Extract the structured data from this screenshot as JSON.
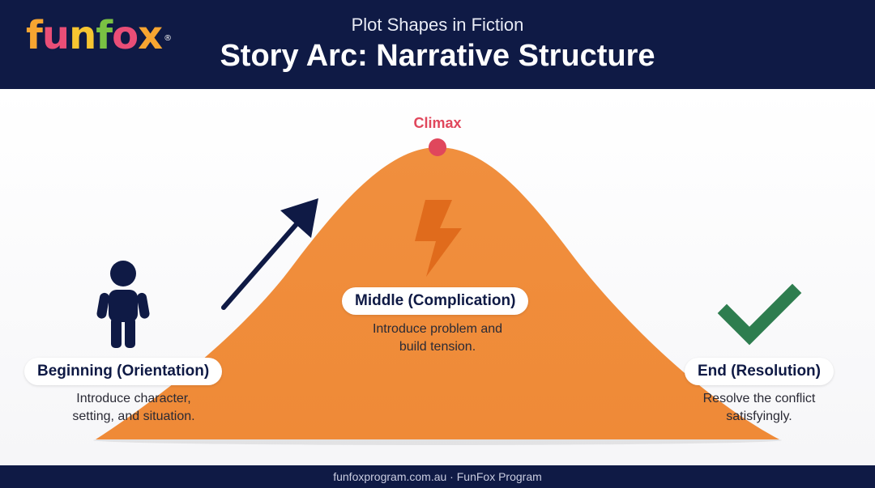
{
  "header": {
    "logo": {
      "letters": [
        "f",
        "u",
        "n",
        "f",
        "o",
        "x"
      ],
      "letter_colors": [
        "#f7a531",
        "#e94e77",
        "#f7c531",
        "#7ac143",
        "#e94e77",
        "#f7a531"
      ],
      "registered": "®"
    },
    "subtitle": "Plot Shapes in Fiction",
    "title": "Story Arc: Narrative Structure",
    "background_color": "#0f1a45"
  },
  "arc": {
    "fill_color": "#f08f3e",
    "climax": {
      "label": "Climax",
      "color": "#e0475c"
    },
    "icons": [
      "person-icon",
      "rising-arrow-icon",
      "lightning-icon",
      "checkmark-icon"
    ],
    "stages": [
      {
        "title": "Beginning (Orientation)",
        "description_lines": [
          "Introduce character,",
          "setting, and situation."
        ]
      },
      {
        "title": "Middle (Complication)",
        "description_lines": [
          "Introduce problem and",
          "build tension."
        ]
      },
      {
        "title": "End (Resolution)",
        "description_lines": [
          "Resolve the conflict",
          "satisfyingly."
        ]
      }
    ]
  },
  "footer": {
    "text": "funfoxprogram.com.au · FunFox Program"
  }
}
